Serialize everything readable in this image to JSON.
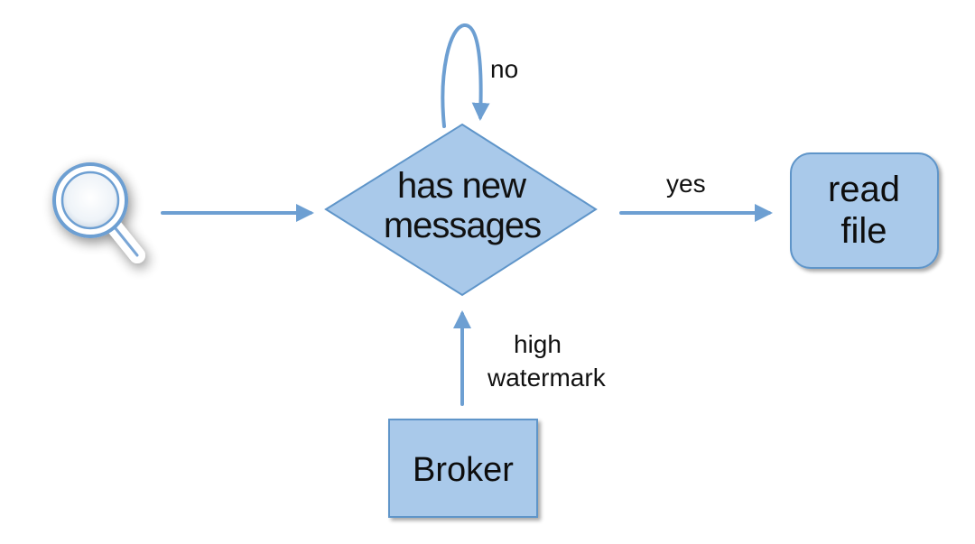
{
  "nodes": {
    "decision": {
      "line1": "has new",
      "line2": "messages"
    },
    "read_file": {
      "line1": "read",
      "line2": "file"
    },
    "broker": {
      "label": "Broker"
    }
  },
  "edges": {
    "loop_label": "no",
    "yes_label": "yes",
    "watermark_line1": "high",
    "watermark_line2": "watermark"
  },
  "icons": {
    "poller": "search-icon"
  },
  "colors": {
    "shape_fill": "#a9c9ea",
    "shape_stroke": "#5f95c9",
    "arrow": "#6d9fd2"
  }
}
